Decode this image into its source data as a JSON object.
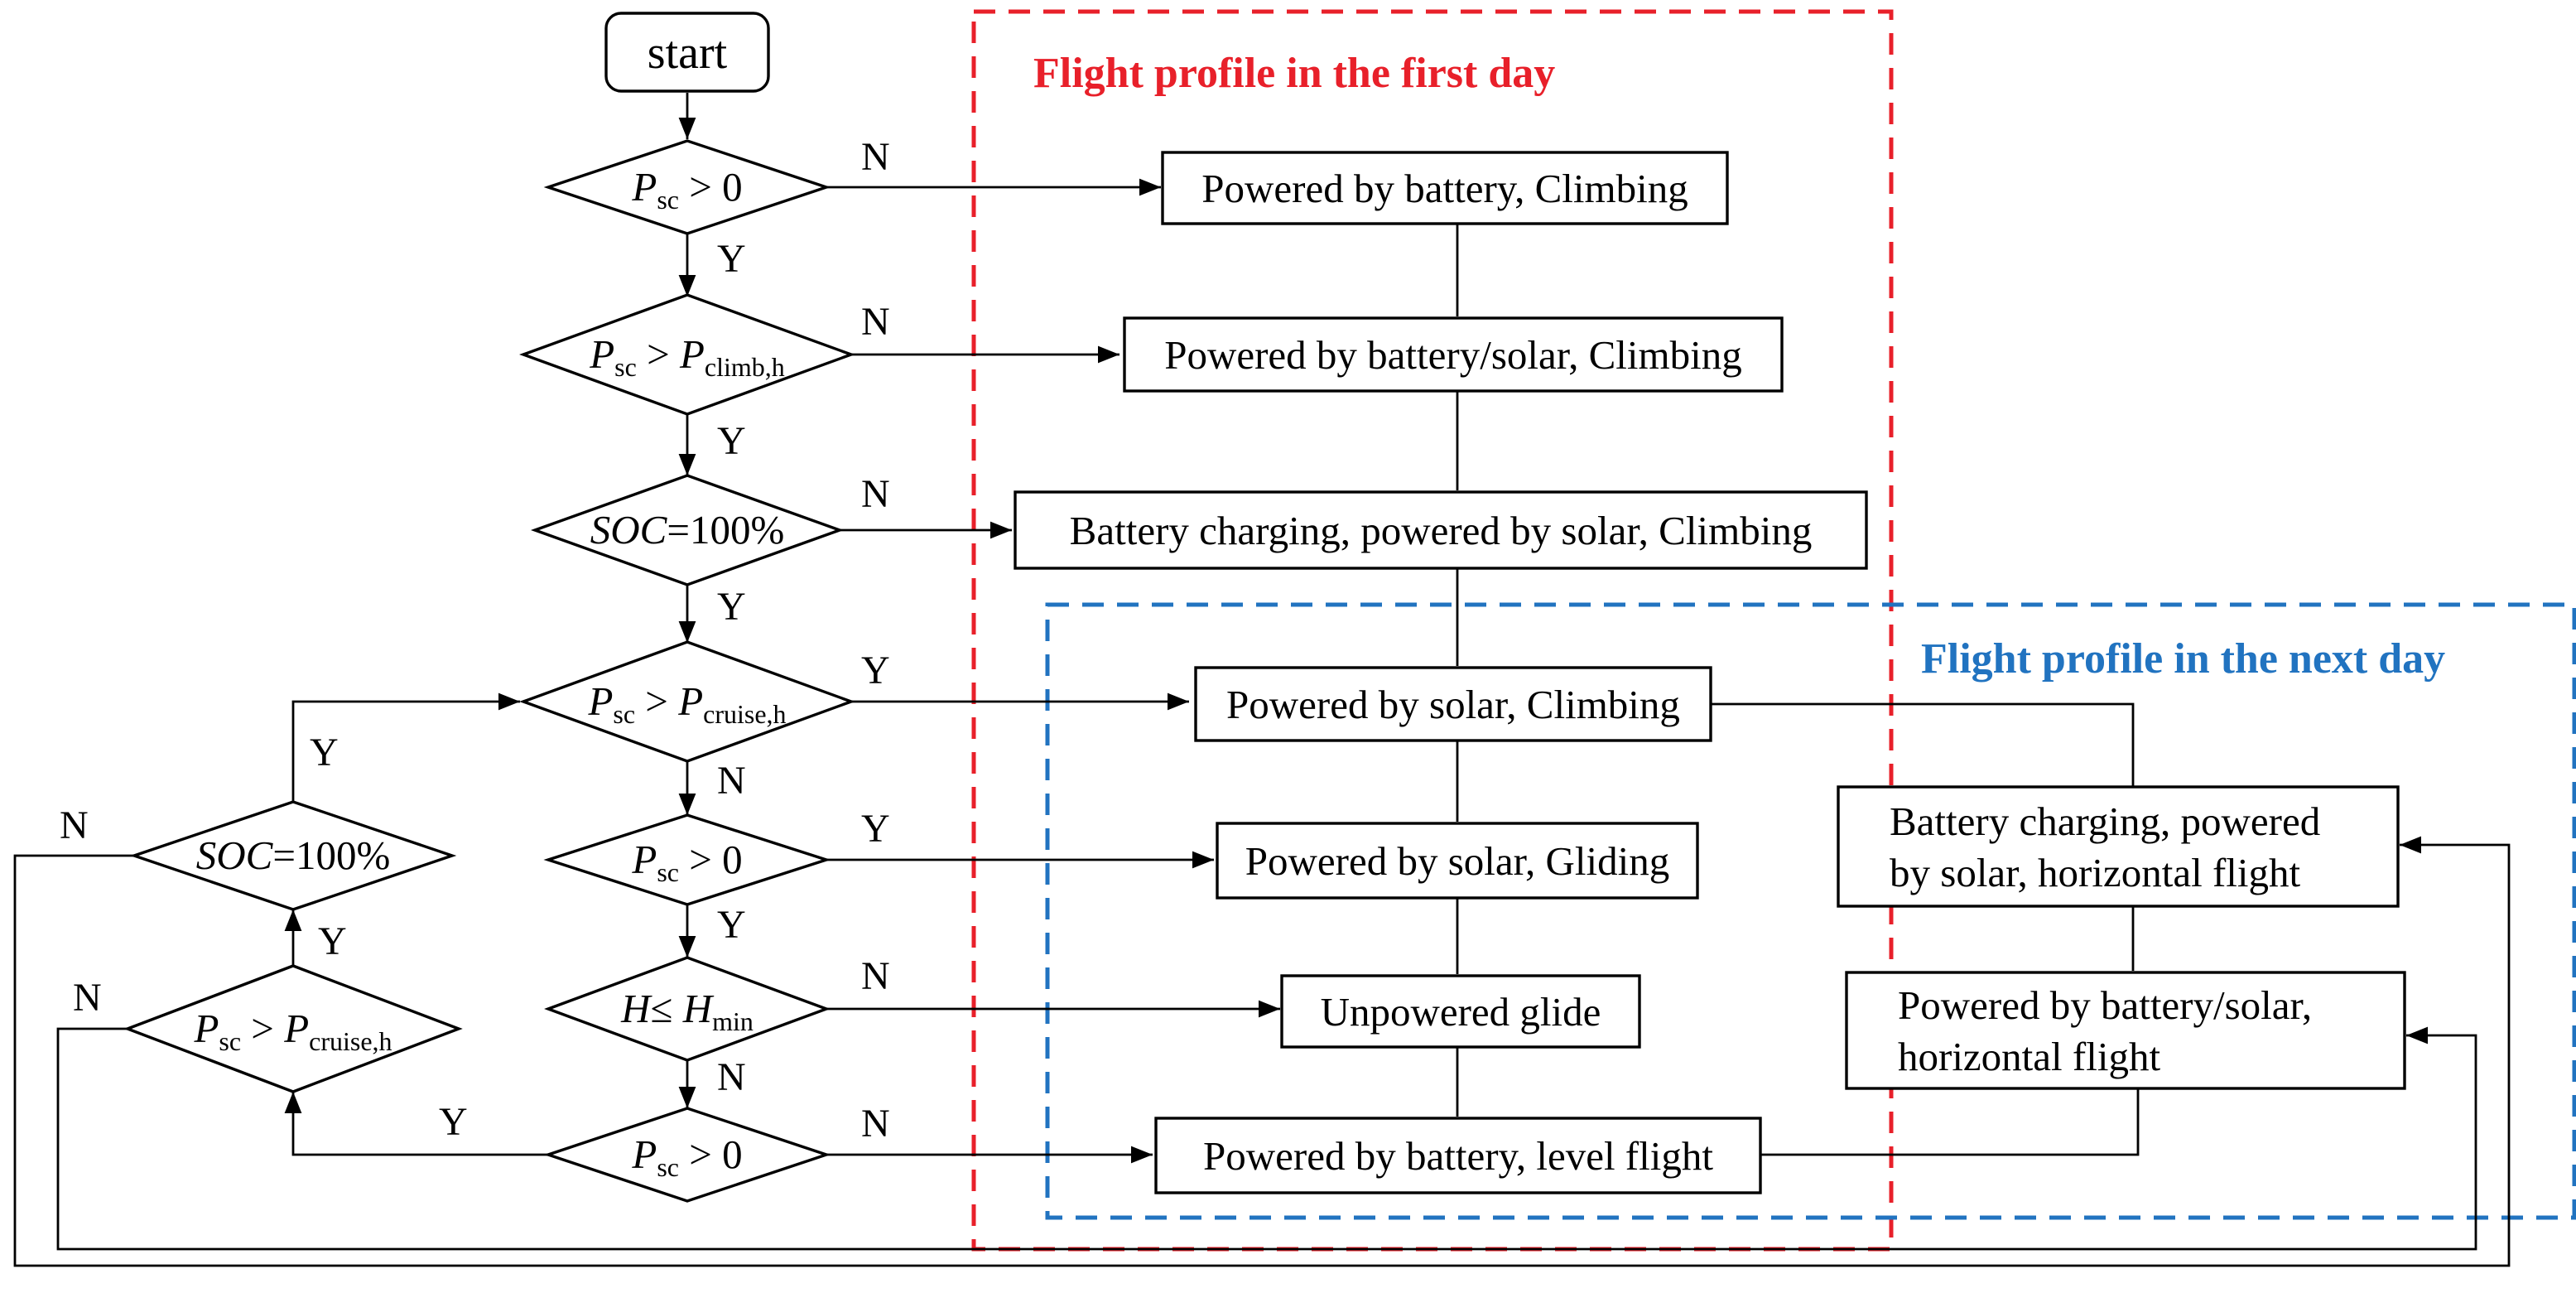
{
  "colors": {
    "first_day": "#e8202a",
    "next_day": "#2173c0",
    "line": "#000000"
  },
  "regions": {
    "first_day_title": "Flight profile in the first day",
    "next_day_title": "Flight profile in the next day"
  },
  "start": "start",
  "decisions": {
    "d1": {
      "lhs": "P",
      "lhs_sub": "sc",
      "op": " > 0",
      "rhs": "",
      "rhs_sub": ""
    },
    "d2": {
      "lhs": "P",
      "lhs_sub": "sc",
      "op": " > ",
      "rhs": "P",
      "rhs_sub": "climb,h"
    },
    "d3": {
      "lhs": "SOC",
      "lhs_sub": "",
      "op": "=100%",
      "rhs": "",
      "rhs_sub": ""
    },
    "d4": {
      "lhs": "P",
      "lhs_sub": "sc",
      "op": " > ",
      "rhs": "P",
      "rhs_sub": "cruise,h"
    },
    "d5": {
      "lhs": "P",
      "lhs_sub": "sc",
      "op": " > 0",
      "rhs": "",
      "rhs_sub": ""
    },
    "d6": {
      "lhs": "H",
      "lhs_sub": "",
      "op": "≤ ",
      "rhs": "H",
      "rhs_sub": "min"
    },
    "d7": {
      "lhs": "P",
      "lhs_sub": "sc",
      "op": " > 0",
      "rhs": "",
      "rhs_sub": ""
    },
    "d8": {
      "lhs": "SOC",
      "lhs_sub": "",
      "op": "=100%",
      "rhs": "",
      "rhs_sub": ""
    },
    "d9": {
      "lhs": "P",
      "lhs_sub": "sc",
      "op": " > ",
      "rhs": "P",
      "rhs_sub": "cruise,h"
    }
  },
  "boxes": {
    "b1": [
      "Powered by battery, Climbing"
    ],
    "b2": [
      "Powered by battery/solar, Climbing"
    ],
    "b3": [
      "Battery charging, powered by solar, Climbing"
    ],
    "b4": [
      "Powered by solar, Climbing"
    ],
    "b5": [
      "Powered by solar, Gliding"
    ],
    "b6": [
      "Unpowered glide"
    ],
    "b7": [
      "Powered by battery, level flight"
    ],
    "b8": [
      "Battery charging, powered",
      "by solar, horizontal flight"
    ],
    "b9": [
      "Powered by battery/solar,",
      "horizontal flight"
    ]
  },
  "edge_labels": {
    "yes": "Y",
    "no": "N"
  }
}
